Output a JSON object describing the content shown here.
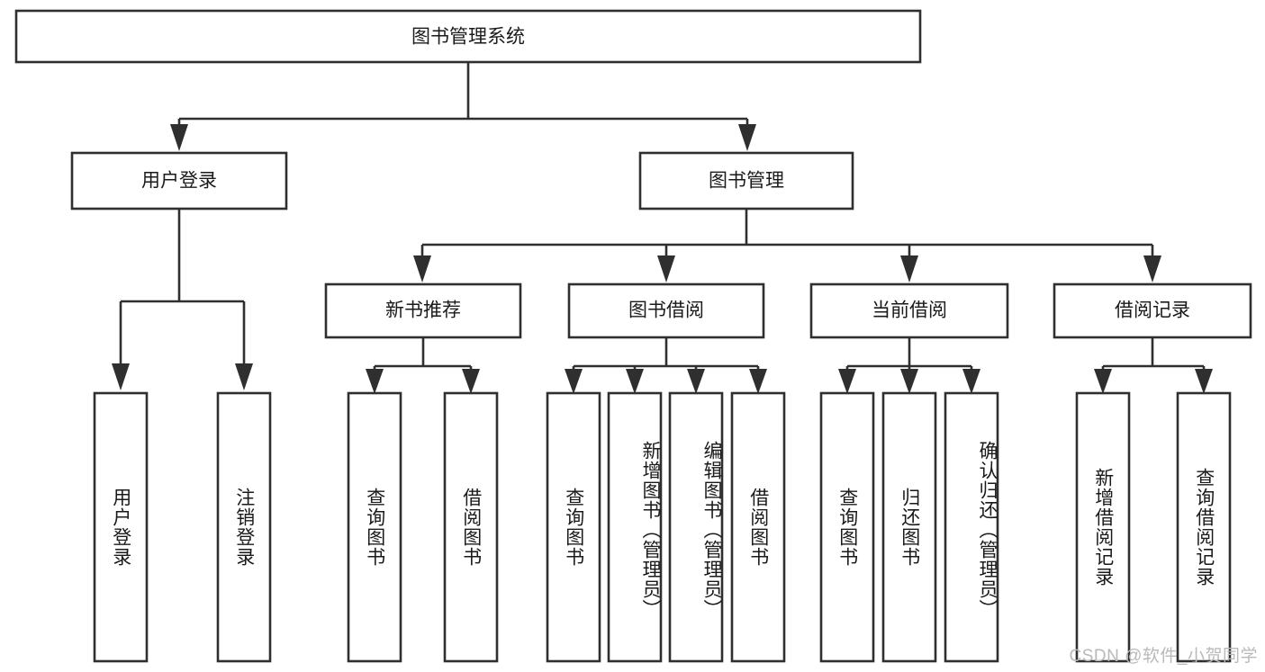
{
  "diagram": {
    "title_node": {
      "label": "图书管理系统"
    },
    "level2": [
      {
        "id": "user-login",
        "label": "用户登录"
      },
      {
        "id": "book-management",
        "label": "图书管理"
      }
    ],
    "level3": [
      {
        "id": "new-book-recommend",
        "label": "新书推荐"
      },
      {
        "id": "book-borrow",
        "label": "图书借阅"
      },
      {
        "id": "current-borrow",
        "label": "当前借阅"
      },
      {
        "id": "borrow-record",
        "label": "借阅记录"
      }
    ],
    "leaves": {
      "user-login": [
        {
          "id": "leaf-user-login",
          "label": "用户登录"
        },
        {
          "id": "leaf-logout-login",
          "label": "注销登录"
        }
      ],
      "new-book-recommend": [
        {
          "id": "leaf-query-book-1",
          "label": "查询图书"
        },
        {
          "id": "leaf-borrow-book-1",
          "label": "借阅图书"
        }
      ],
      "book-borrow": [
        {
          "id": "leaf-query-book-2",
          "label": "查询图书"
        },
        {
          "id": "leaf-add-book",
          "label": "新增图书（管理员）"
        },
        {
          "id": "leaf-edit-book",
          "label": "编辑图书（管理员）"
        },
        {
          "id": "leaf-borrow-book-2",
          "label": "借阅图书"
        }
      ],
      "current-borrow": [
        {
          "id": "leaf-query-book-3",
          "label": "查询图书"
        },
        {
          "id": "leaf-return-book",
          "label": "归还图书"
        },
        {
          "id": "leaf-confirm-return",
          "label": "确认归还（管理员）"
        }
      ],
      "borrow-record": [
        {
          "id": "leaf-add-record",
          "label": "新增借阅记录"
        },
        {
          "id": "leaf-query-record",
          "label": "查询借阅记录"
        }
      ]
    },
    "watermark": "CSDN @软件_小贺同学",
    "colors": {
      "stroke": "#2f2f2f",
      "fill": "#ffffff",
      "text": "#1a1a1a",
      "watermark": "#b9b9b9"
    }
  }
}
